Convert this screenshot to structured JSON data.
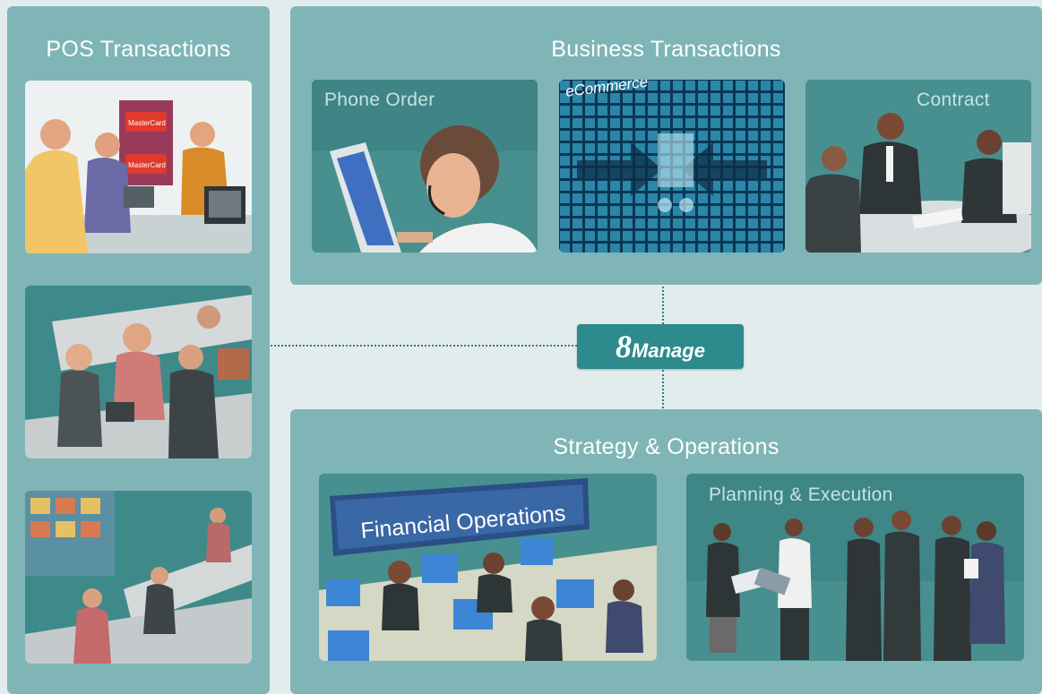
{
  "pos_panel": {
    "title": "POS Transactions"
  },
  "business_panel": {
    "title": "Business Transactions",
    "tiles": [
      {
        "label": "Phone Order"
      },
      {
        "label": "eCommerce"
      },
      {
        "label": "Contract"
      }
    ]
  },
  "strategy_panel": {
    "title": "Strategy & Operations",
    "tiles": [
      {
        "label": "Financial Operations"
      },
      {
        "label": "Planning & Execution"
      }
    ]
  },
  "brand": {
    "number": "8",
    "word": "Manage"
  },
  "tile_card_labels": [
    "MasterCard",
    "MasterCard"
  ],
  "colors": {
    "background": "#e3eced",
    "panel": "#7fb5b6",
    "brand": "#2d8a8d",
    "connector": "#2f7d80"
  }
}
